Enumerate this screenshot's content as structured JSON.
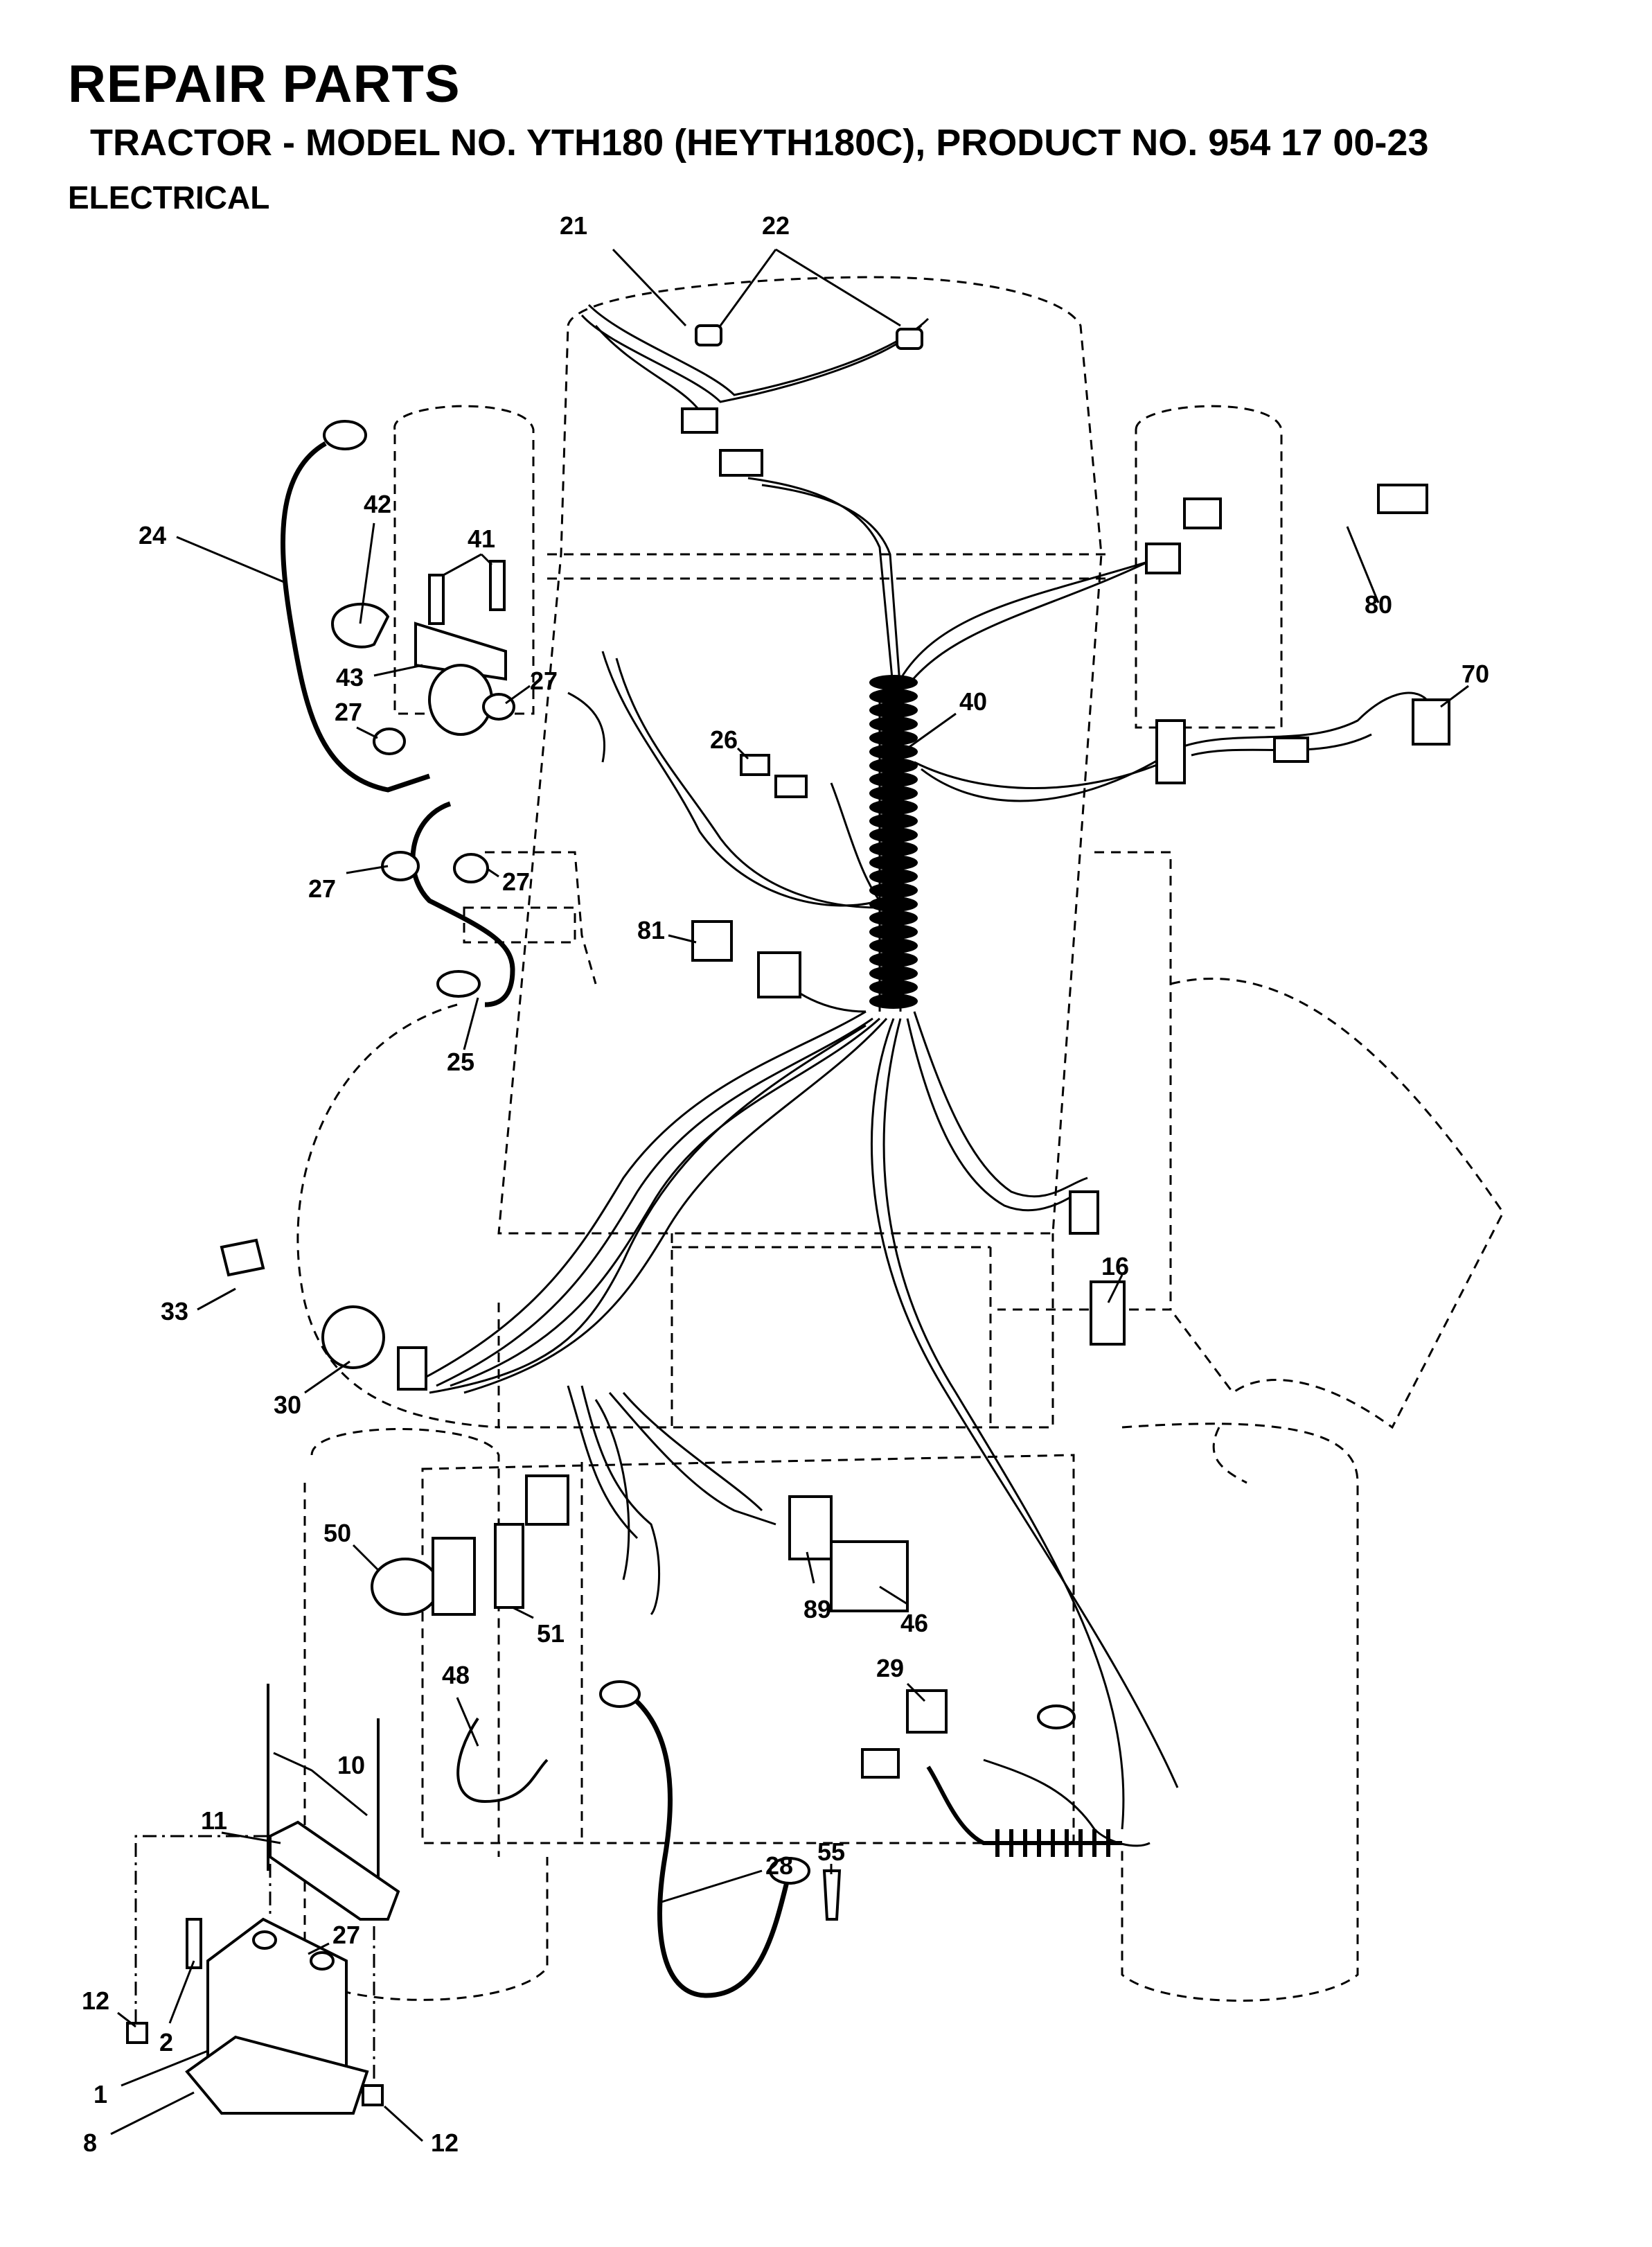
{
  "header": {
    "title": "REPAIR PARTS",
    "subtitle": "TRACTOR - MODEL NO. YTH180 (HEYTH180C),   PRODUCT NO. 954 17 00-23",
    "section": "ELECTRICAL"
  },
  "callouts": [
    "21",
    "22",
    "24",
    "42",
    "41",
    "43",
    "27",
    "27",
    "27",
    "27",
    "40",
    "26",
    "80",
    "70",
    "81",
    "25",
    "33",
    "30",
    "16",
    "50",
    "51",
    "89",
    "46",
    "29",
    "48",
    "10",
    "11",
    "28",
    "55",
    "27",
    "12",
    "2",
    "1",
    "8",
    "12"
  ],
  "colors": {
    "ink": "#000000",
    "paper": "#ffffff"
  }
}
